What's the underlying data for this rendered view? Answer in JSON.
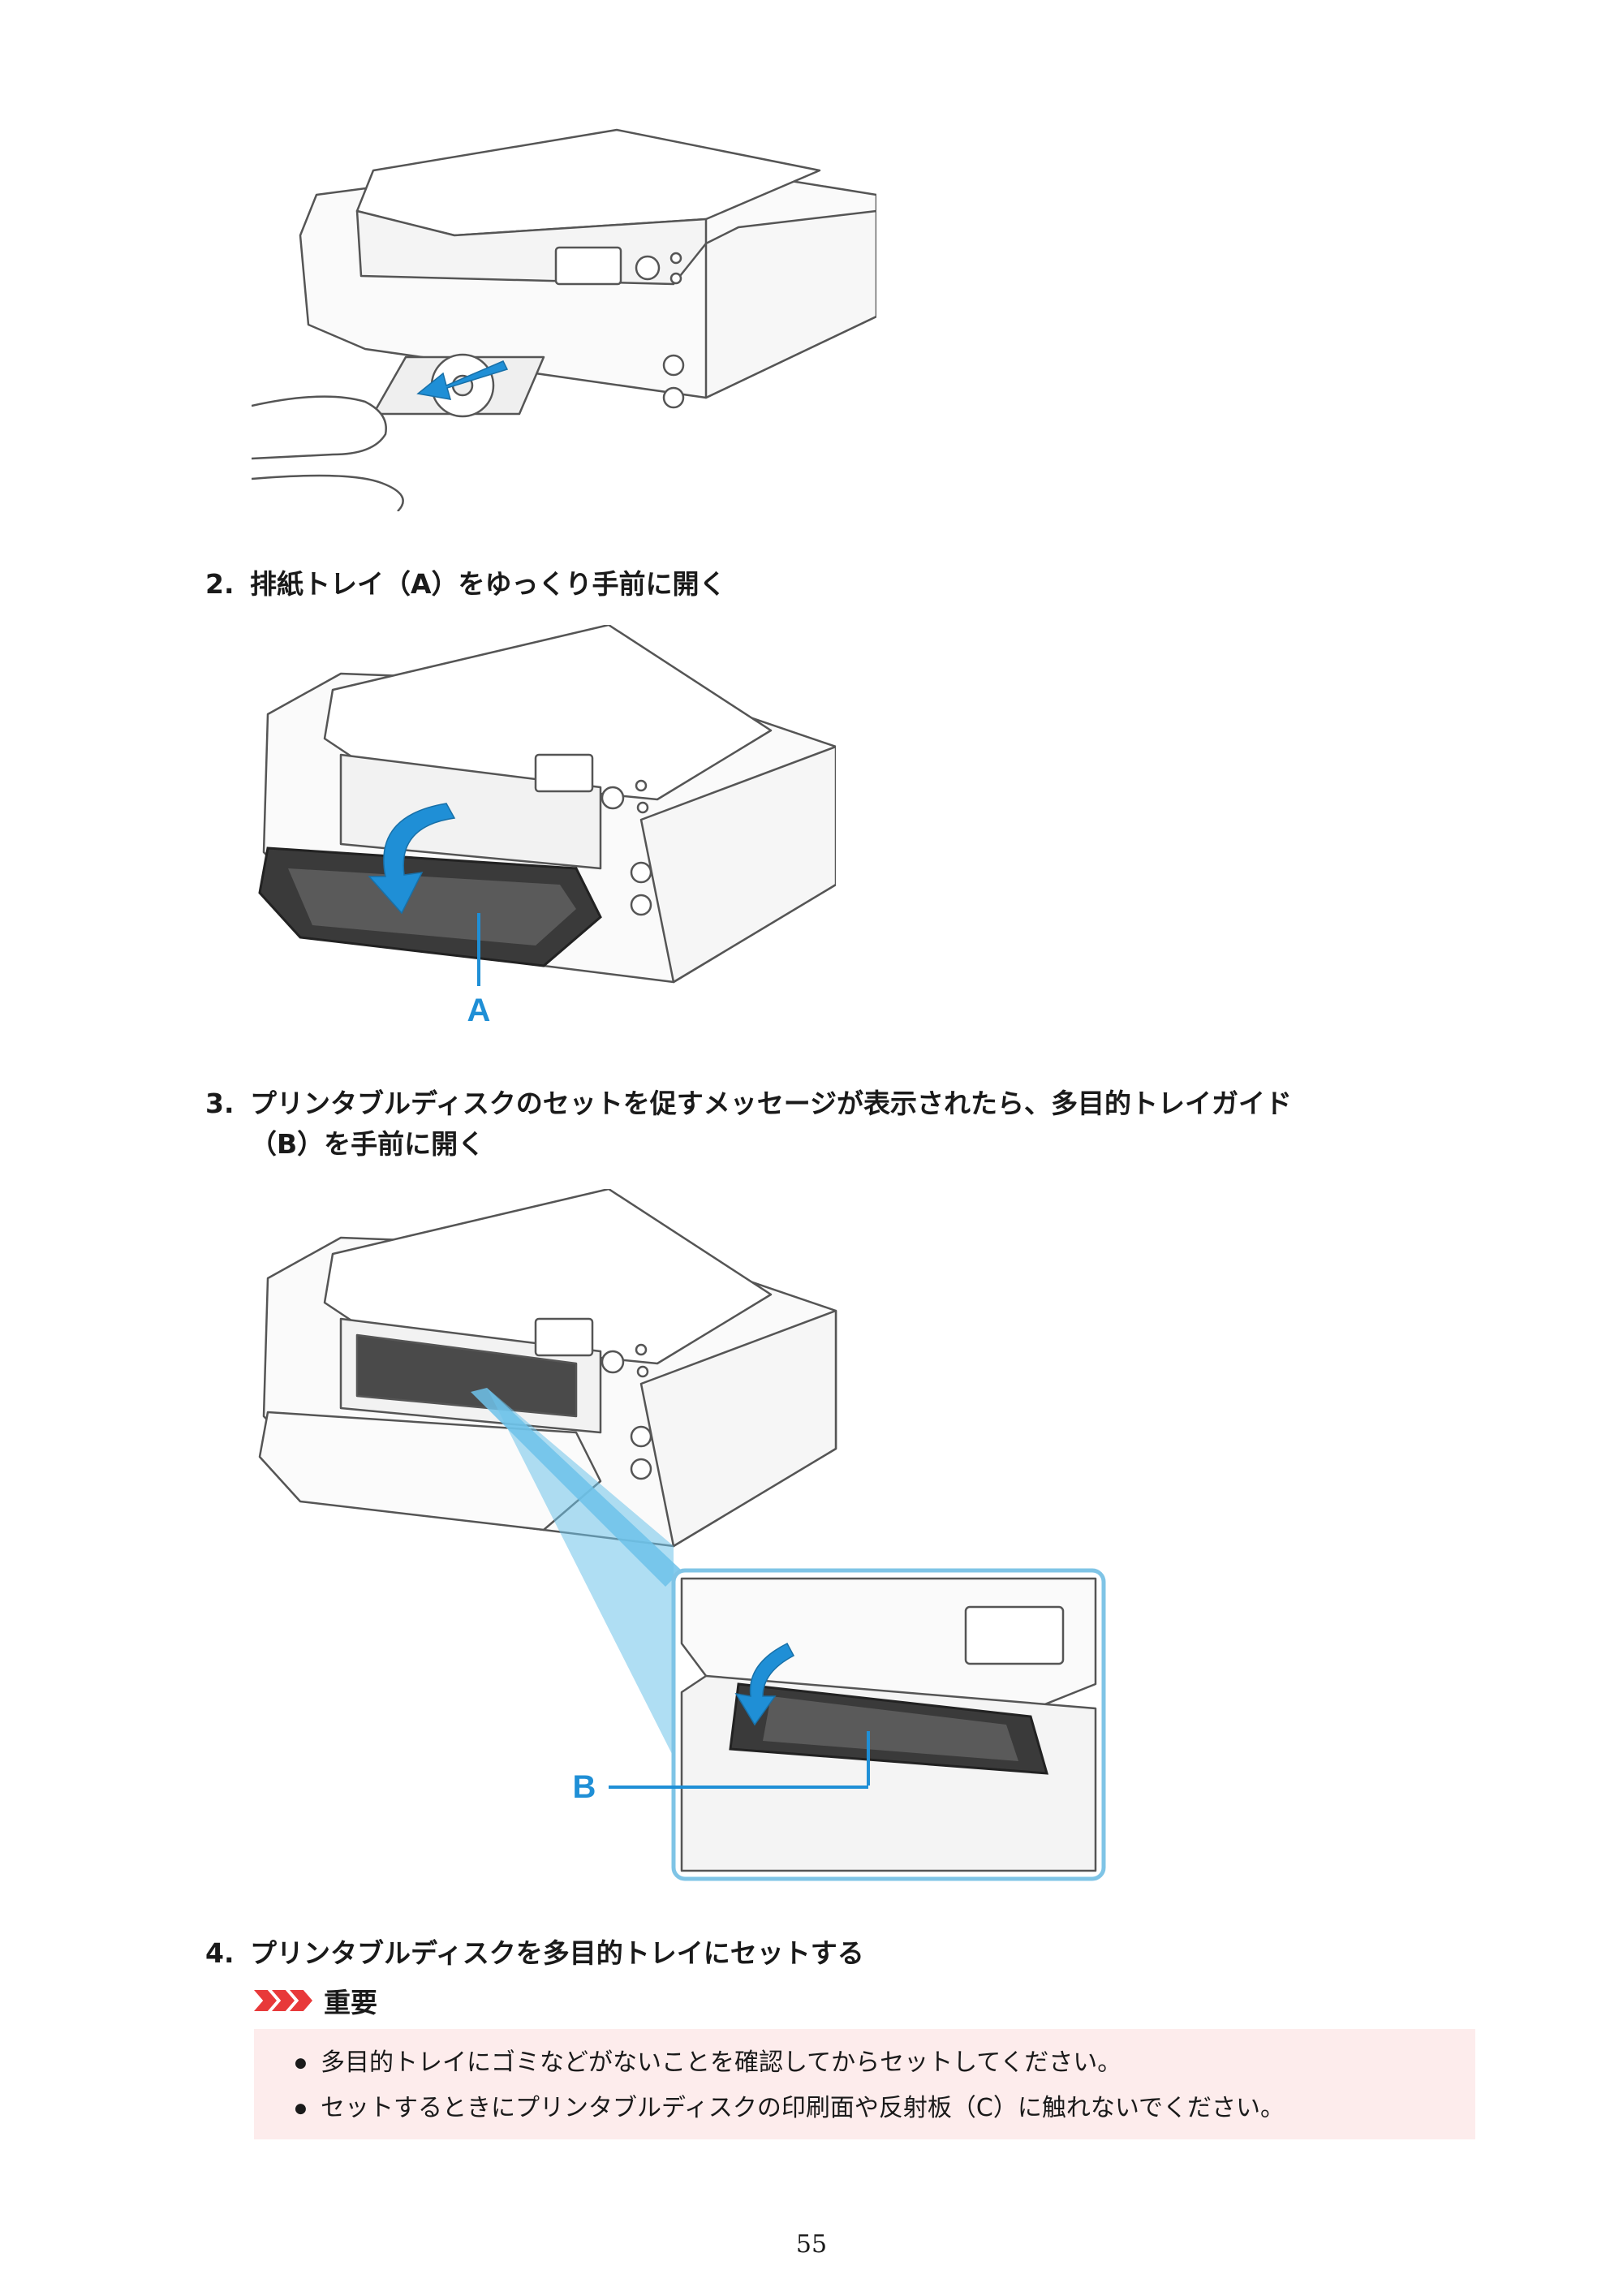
{
  "steps": [
    {
      "number": "2.",
      "text": "排紙トレイ（A）をゆっくり手前に開く"
    },
    {
      "number": "3.",
      "text": "プリンタブルディスクのセットを促すメッセージが表示されたら、多目的トレイガイド",
      "text_cont": "（B）を手前に開く"
    },
    {
      "number": "4.",
      "text": "プリンタブルディスクを多目的トレイにセットする"
    }
  ],
  "figures": {
    "fig1": {
      "description_icon": "printer-disc-tray-removal-illustration"
    },
    "fig2": {
      "callout_label": "A"
    },
    "fig3": {
      "callout_label": "B"
    }
  },
  "important": {
    "title": "重要",
    "items": [
      "多目的トレイにゴミなどがないことを確認してからセットしてください。",
      "セットするときにプリンタブルディスクの印刷面や反射板（C）に触れないでください。"
    ]
  },
  "colors": {
    "accent_blue": "#1f8fd6",
    "callout_frame": "#7fc4e6",
    "important_red": "#e8393a",
    "important_bg": "#fdecec"
  },
  "page_number": "55"
}
